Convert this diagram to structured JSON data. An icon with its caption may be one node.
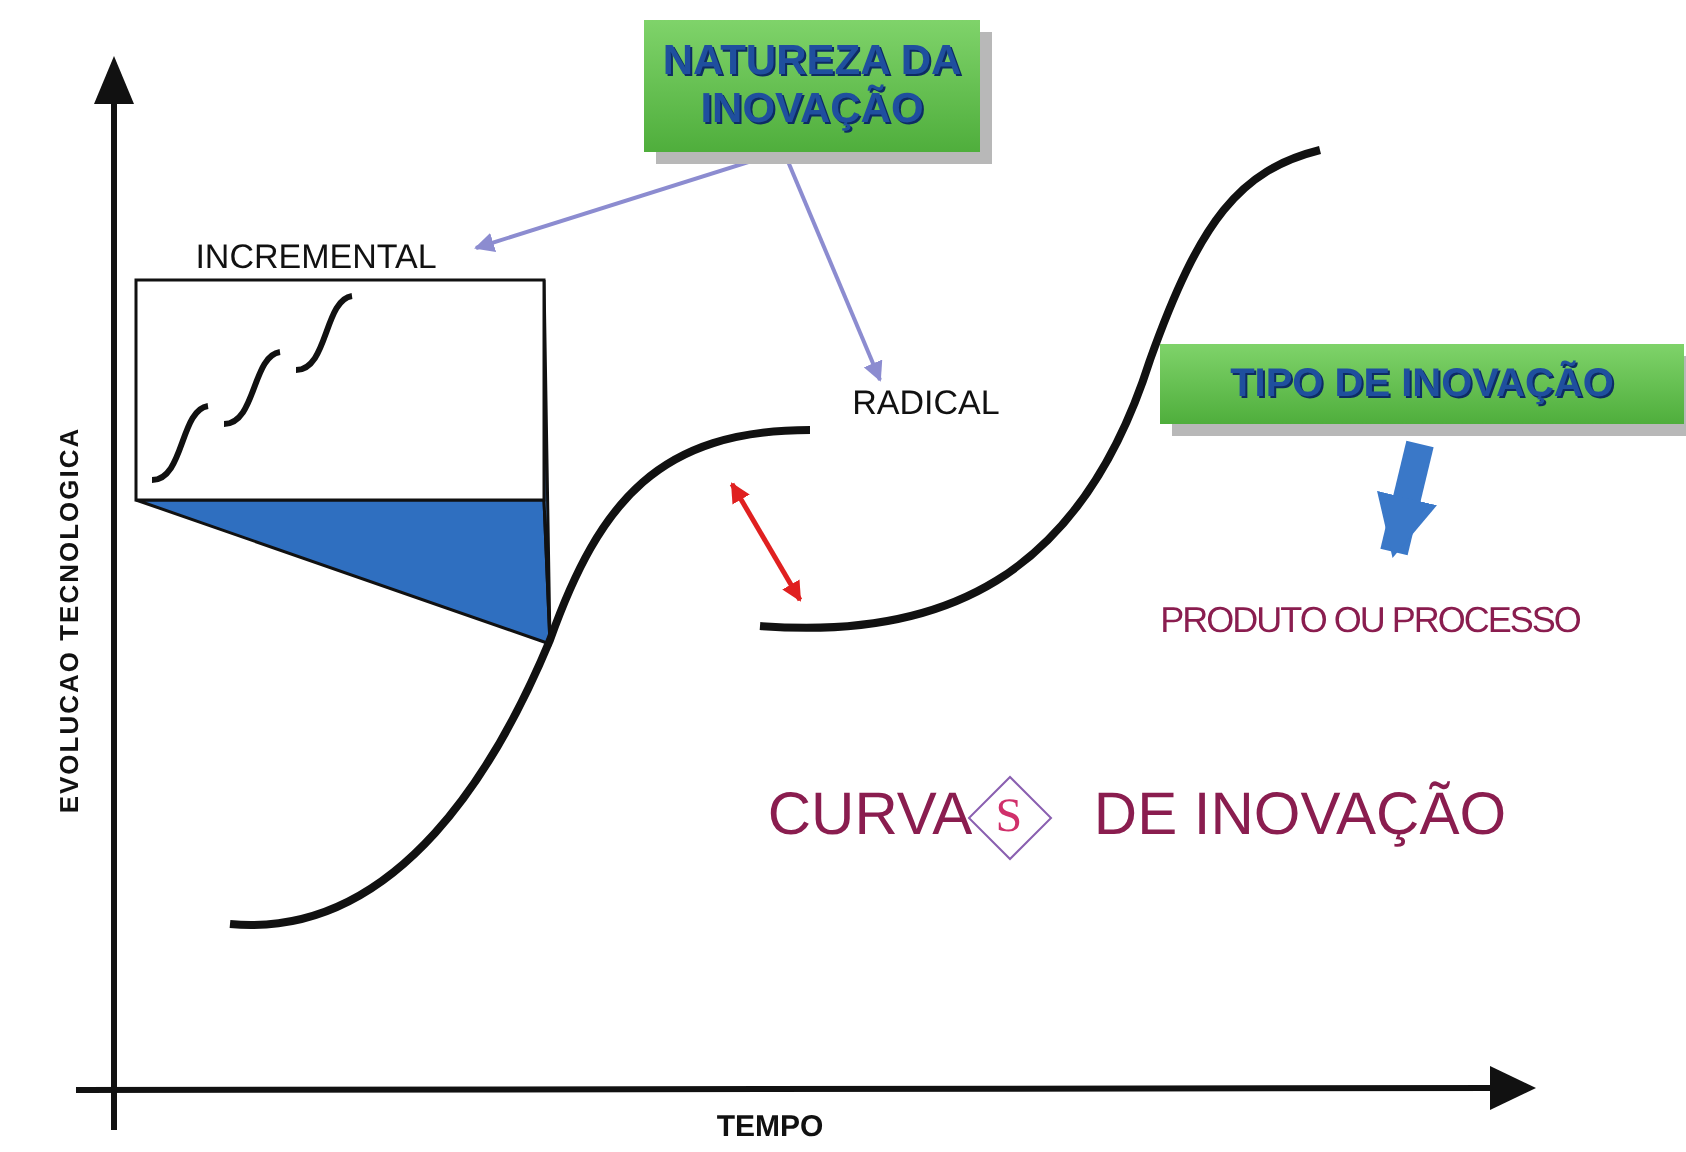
{
  "diagram": {
    "nodes": [
      {
        "text": [
          "NATUREZA DA INOVAÇÃO"
        ]
      },
      {
        "text": [
          "INCREMENTAL"
        ]
      },
      {
        "text": [
          "RADICAL"
        ]
      },
      {
        "text": [
          "TIPO DE INOVAÇÃO"
        ]
      },
      {
        "text": [
          "PRODUTO OU PROCESSO"
        ]
      }
    ],
    "edges": [
      {
        "from": 0,
        "to": 1,
        "arrow": "to",
        "color": "#8c8cd0"
      },
      {
        "from": 0,
        "to": 2,
        "arrow": "to",
        "color": "#8c8cd0"
      },
      {
        "from": 3,
        "to": 4,
        "arrow": "to",
        "style": "thick",
        "color": "#3a78c8"
      }
    ],
    "labels": [
      "EVOLUCAO TECNOLOGICA",
      "CURVA",
      "S",
      "DE INOVAÇÃO",
      "TEMPO"
    ]
  }
}
